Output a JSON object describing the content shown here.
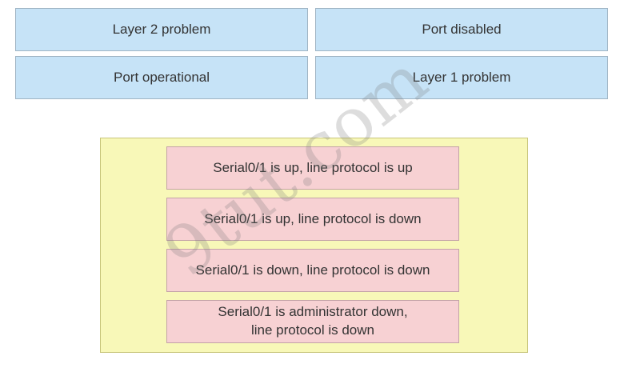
{
  "choices": [
    {
      "label": "Layer 2 problem"
    },
    {
      "label": "Port disabled"
    },
    {
      "label": "Port operational"
    },
    {
      "label": "Layer 1 problem"
    }
  ],
  "statements": [
    {
      "text": "Serial0/1 is up, line protocol is up"
    },
    {
      "text": "Serial0/1 is up, line protocol is down"
    },
    {
      "text": "Serial0/1 is down, line protocol is down"
    },
    {
      "text": "Serial0/1 is administrator down,\nline protocol is down"
    }
  ],
  "watermark": {
    "text": "9tut.com"
  },
  "colors": {
    "choice_fill": "#c6e3f7",
    "statement_fill": "#f7d1d3",
    "container_fill": "#f8f8b8"
  }
}
